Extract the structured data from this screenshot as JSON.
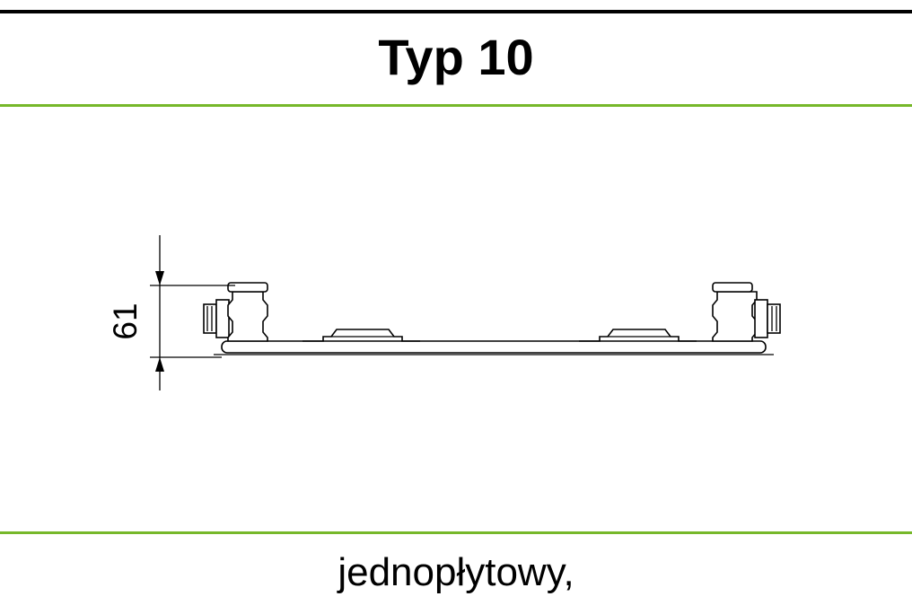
{
  "header": {
    "title": "Typ 10"
  },
  "diagram": {
    "dimension_label": "61"
  },
  "footer": {
    "caption": "jednopłytowy,"
  },
  "colors": {
    "accent_green": "#76b82a",
    "line_black": "#000000"
  }
}
